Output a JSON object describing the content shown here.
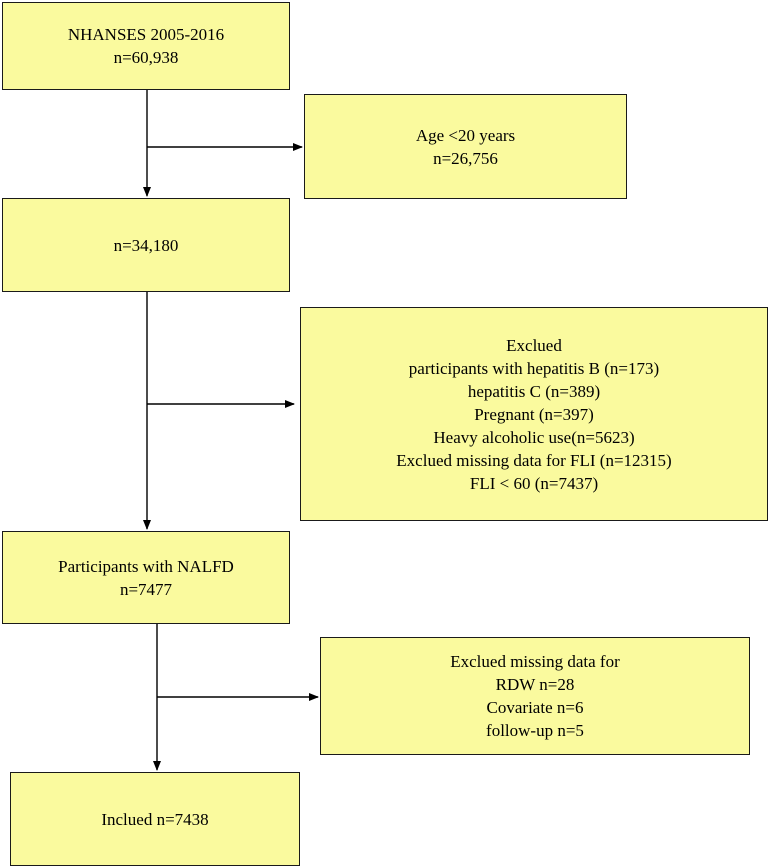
{
  "boxes": {
    "source": {
      "lines": [
        "NHANSES 2005-2016",
        "n=60,938"
      ]
    },
    "age_excluded": {
      "lines": [
        "Age <20 years",
        "n=26,756"
      ]
    },
    "adults": {
      "lines": [
        "n=34,180"
      ]
    },
    "exclusions": {
      "lines": [
        "Exclued",
        "participants with hepatitis B (n=173)",
        "hepatitis C (n=389)",
        "Pregnant (n=397)",
        "Heavy alcoholic use(n=5623)",
        "Exclued missing data for FLI (n=12315)",
        "FLI < 60 (n=7437)"
      ]
    },
    "nafld": {
      "lines": [
        "Participants with NALFD",
        "n=7477"
      ]
    },
    "missing_data": {
      "lines": [
        "Exclued missing data for",
        "RDW n=28",
        "Covariate n=6",
        "follow-up n=5"
      ]
    },
    "final": {
      "lines": [
        "Inclued n=7438"
      ]
    }
  },
  "colors": {
    "box_fill": "#fafa9e",
    "box_border": "#1a1a1a",
    "arrow": "#000000"
  }
}
